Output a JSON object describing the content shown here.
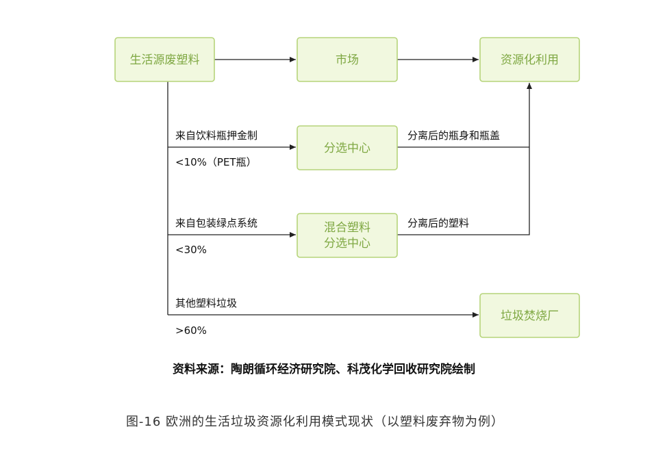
{
  "nodes": {
    "household_waste": "生活源废塑料",
    "market": "市场",
    "resource_use": "资源化利用",
    "sorting_center": "分选中心",
    "mixed_sorting_line1": "混合塑料",
    "mixed_sorting_line2": "分选中心",
    "incineration": "垃圾焚烧厂"
  },
  "labels": {
    "deposit_source": "来自饮料瓶押金制",
    "deposit_share": "<10%（PET瓶）",
    "green_dot_source": "来自包装绿点系统",
    "green_dot_share": "<30%",
    "other_plastics": "其他塑料垃圾",
    "other_share": ">60%",
    "separated_bottles": "分离后的瓶身和瓶盖",
    "separated_plastics": "分离后的塑料"
  },
  "source": "资料来源：陶朗循环经济研究院、科茂化学回收研究院绘制",
  "caption": "图-16 欧洲的生活垃圾资源化利用模式现状（以塑料废弃物为例）",
  "colors": {
    "node_fill": "#f1f8df",
    "node_border": "#b6d47a",
    "node_text": "#7fa843",
    "edge": "#222222"
  }
}
